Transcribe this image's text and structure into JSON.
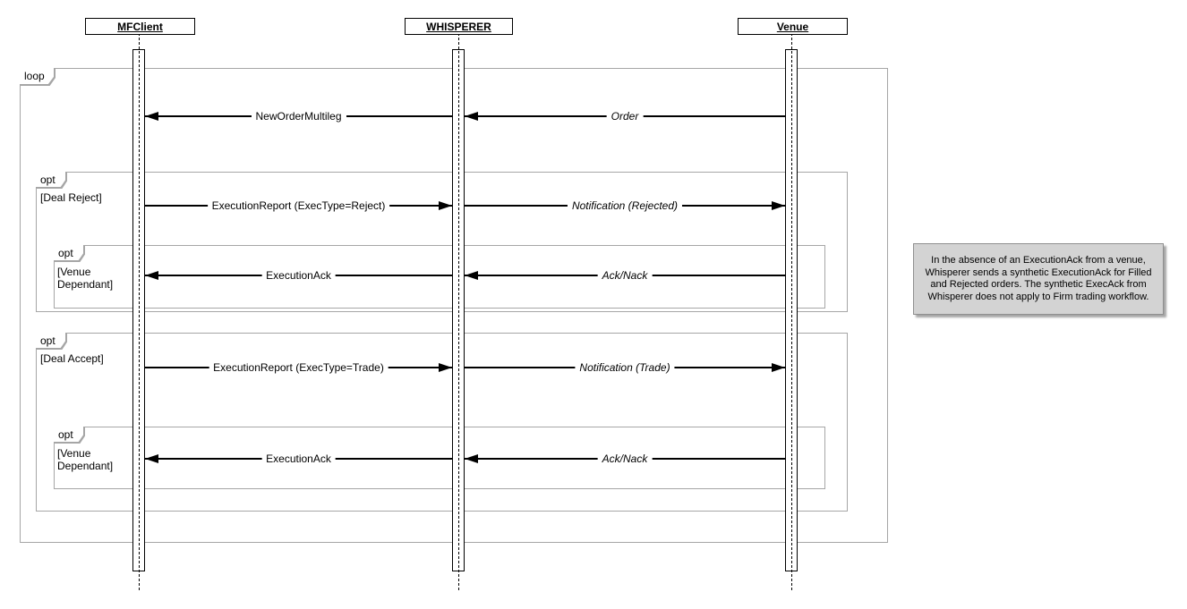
{
  "participants": [
    {
      "name": "MFClient"
    },
    {
      "name": "WHISPERER"
    },
    {
      "name": "Venue"
    }
  ],
  "fragments": {
    "loop": {
      "operator": "loop"
    },
    "deal_reject": {
      "operator": "opt",
      "guard": "[Deal Reject]"
    },
    "venue_dependant_1": {
      "operator": "opt",
      "guard": "[Venue Dependant]"
    },
    "deal_accept": {
      "operator": "opt",
      "guard": "[Deal Accept]"
    },
    "venue_dependant_2": {
      "operator": "opt",
      "guard": "[Venue Dependant]"
    }
  },
  "messages": [
    {
      "label": "Order",
      "from": "Venue",
      "to": "WHISPERER",
      "italic": true
    },
    {
      "label": "NewOrderMultileg",
      "from": "WHISPERER",
      "to": "MFClient",
      "italic": false
    },
    {
      "label": "ExecutionReport (ExecType=Reject)",
      "from": "MFClient",
      "to": "WHISPERER",
      "italic": false
    },
    {
      "label": "Notification (Rejected)",
      "from": "WHISPERER",
      "to": "Venue",
      "italic": true
    },
    {
      "label": "ExecutionAck",
      "from": "WHISPERER",
      "to": "MFClient",
      "italic": false
    },
    {
      "label": "Ack/Nack",
      "from": "Venue",
      "to": "WHISPERER",
      "italic": true
    },
    {
      "label": "ExecutionReport (ExecType=Trade)",
      "from": "MFClient",
      "to": "WHISPERER",
      "italic": false
    },
    {
      "label": "Notification (Trade)",
      "from": "WHISPERER",
      "to": "Venue",
      "italic": true
    },
    {
      "label": "ExecutionAck",
      "from": "WHISPERER",
      "to": "MFClient",
      "italic": false
    },
    {
      "label": "Ack/Nack",
      "from": "Venue",
      "to": "WHISPERER",
      "italic": true
    }
  ],
  "note": {
    "text": "In the absence of an ExecutionAck from a venue, Whisperer sends a synthetic ExecutionAck for Filled and Rejected orders. The synthetic ExecAck from Whisperer does not apply to Firm trading workflow."
  },
  "colors": {
    "line": "#000000",
    "fragment_border": "#a6a6a6",
    "note_fill": "#d3d3d3"
  }
}
